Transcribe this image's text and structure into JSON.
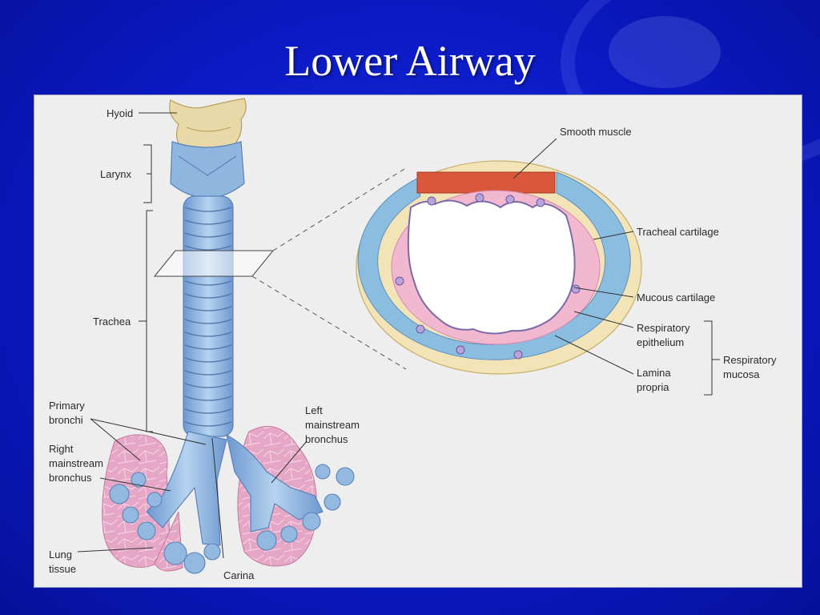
{
  "slide": {
    "title": "Lower Airway"
  },
  "labels": {
    "hyoid": "Hyoid",
    "larynx": "Larynx",
    "trachea": "Trachea",
    "primary_bronchi": [
      "Primary",
      "bronchi"
    ],
    "right_mainstream": [
      "Right",
      "mainstream",
      "bronchus"
    ],
    "lung_tissue": [
      "Lung",
      "tissue"
    ],
    "carina": "Carina",
    "left_mainstream": [
      "Left",
      "mainstream",
      "bronchus"
    ],
    "smooth_muscle": "Smooth muscle",
    "tracheal_cartilage": "Tracheal cartilage",
    "mucous_cartilage": "Mucous cartilage",
    "respiratory_epithelium": [
      "Respiratory",
      "epithelium"
    ],
    "lamina_propria": [
      "Lamina",
      "propria"
    ],
    "respiratory_mucosa": [
      "Respiratory",
      "mucosa"
    ]
  },
  "colors": {
    "background": "#0b19c4",
    "cartilage_blue": "#8fb8e0",
    "bone": "#e9d9a8",
    "lung_pink": "#e7a9c8",
    "mucosa_pink": "#f2b8d0",
    "muscle_red": "#d9573a"
  }
}
